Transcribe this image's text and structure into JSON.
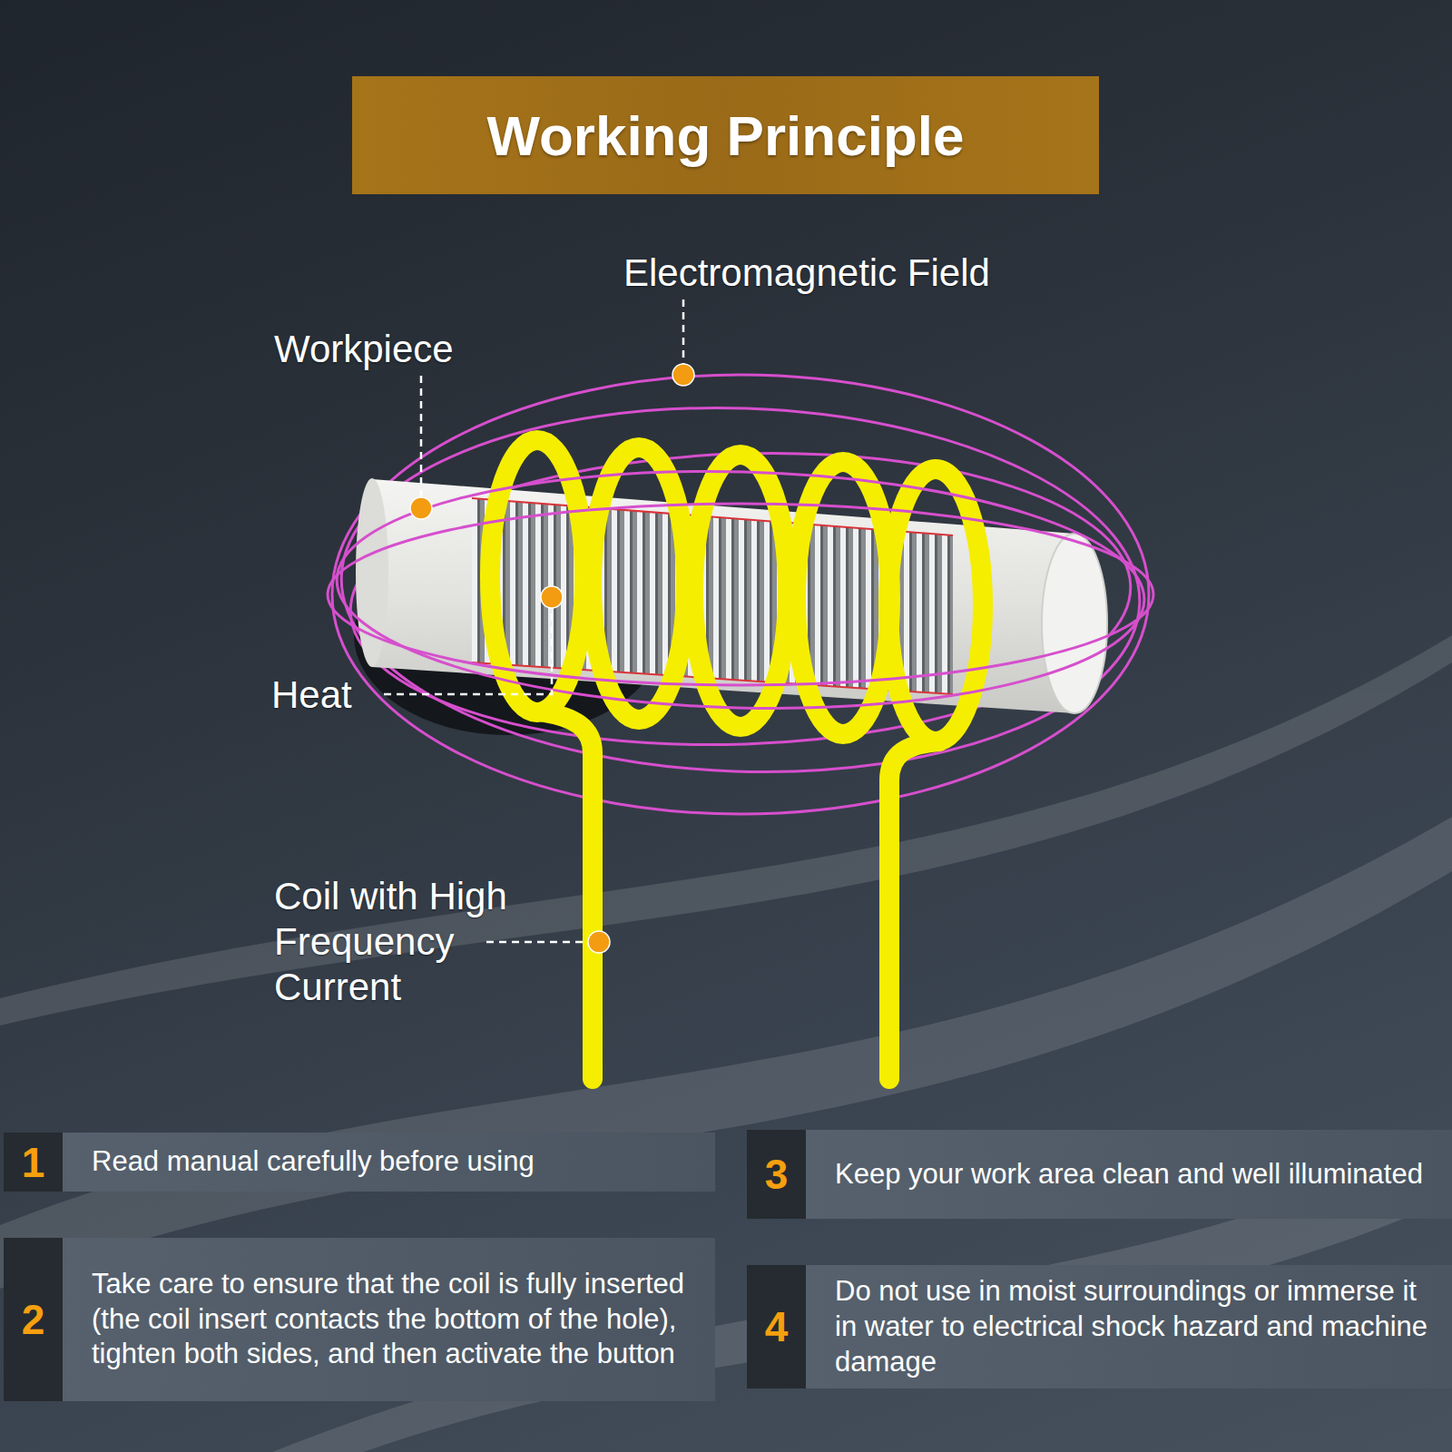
{
  "diagram": {
    "title": "Working Principle",
    "nodes": [
      {
        "text": [
          "1",
          "Read manual carefully before using"
        ]
      },
      {
        "text": [
          "3",
          "Keep your work area clean and well illuminated"
        ]
      },
      {
        "text": [
          "2",
          "Take care to ensure that the coil is fully inserted (the coil insert contacts the bottom of the hole), tighten both sides, and then activate the button"
        ]
      },
      {
        "text": [
          "4",
          "Do not use in moist surroundings or immerse it in water to electrical shock hazard and machine damage"
        ]
      }
    ],
    "labels": [
      "Electromagnetic Field",
      "Workpiece",
      "Heat",
      "Coil with High Frequency Current"
    ]
  }
}
